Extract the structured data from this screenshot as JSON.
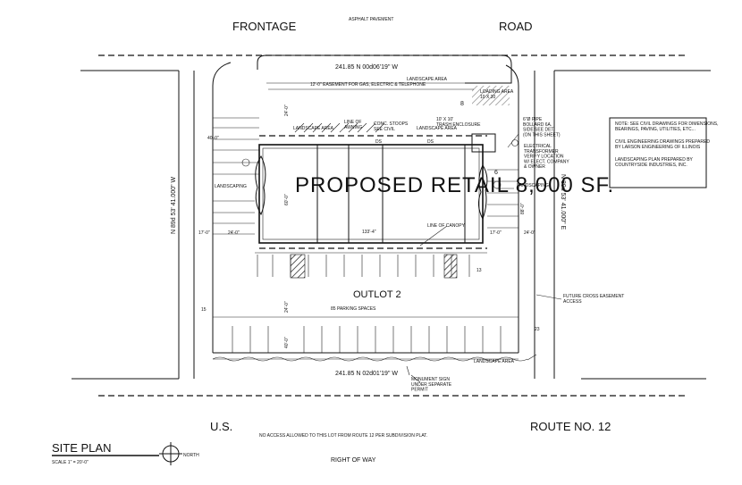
{
  "streets": {
    "top_left": "FRONTAGE",
    "top_right": "ROAD",
    "top_pavement": "ASPHALT PAVEMENT",
    "bottom_left": "U.S.",
    "bottom_right": "ROUTE NO. 12",
    "right_of_way": "RIGHT OF WAY",
    "no_access_note": "NO ACCESS ALLOWED TO THIS LOT FROM ROUTE 12 PER SUBDIVISION PLAT."
  },
  "boundary": {
    "top_dim": "241.85  N 00d06'19\" W",
    "bottom_dim": "241.85  N 02d01'19\" W",
    "left_dim": "N 89d 53' 41.000\" W",
    "right_dim": "N 89d 53' 41.000\" E"
  },
  "plan": {
    "building_label": "PROPOSED RETAIL 8,000 SF.",
    "outlot": "OUTLOT 2",
    "parking_spaces": "85 PARKING SPACES",
    "landscape_area_top": "LANDSCAPE AREA",
    "easement": "12'-0\" EASEMENT FOR GAS, ELECTRIC & TELEPHONE",
    "loading_area": "LOADING AREA\n10 X 30",
    "landscape_area_inner": "LANDSCAPE AREA",
    "line_of_awning": "LINE OF\nAWNING",
    "conc_stoops": "CONC. STOOPS\nSEE CIVIL",
    "trash_enclosure": "10' X 10'\nTRASH ENCLOSURE",
    "landscape_area_right": "LANDSCAPE AREA",
    "bollard_note": "6\"Ø PIPE\nBOLLARD 6A.\nSIDE SEE DET.\n(ON THIS SHEET)",
    "transformer_note": "ELECTRICAL\nTRANSFORMER\nVERIFY LOCATION\nW/ ELECT. COMPANY\n& OWNER",
    "landscaping_left": "LANDSCAPING",
    "landscaping_right": "LANDSCAPING",
    "line_of_canopy": "LINE OF CANOPY",
    "future_cross_easement": "FUTURE CROSS EASEMENT\nACCESS",
    "landscape_area_bottom": "LANDSCAPE AREA",
    "monument_sign": "MONUMENT SIGN\nUNDER SEPARATE\nPERMIT",
    "dim_40": "40'-0\"",
    "dim_24_left": "24'-0\"",
    "dim_24_right": "24'-0\"",
    "dim_17_left": "17'-0\"",
    "dim_17_right": "17'-0\"",
    "dim_133": "133'-4\"",
    "dim_60": "60'-0\"",
    "dim_24_vert": "24'-0\"",
    "dim_24_vert_b": "24'-0\"",
    "dim_40_vert": "40'-0\"",
    "dim_88": "88'-0\"",
    "count_8": "8",
    "count_6": "6",
    "count_13": "13",
    "count_15": "15",
    "count_23": "23",
    "ds1": "DS",
    "ds2": "DS"
  },
  "notes": {
    "note1": "NOTE: SEE CIVIL DRAWINGS FOR DIMENSIONS,\nBEARINGS, PAVING, UTILITIES, ETC...",
    "note2": "CIVIL ENGINEERING DRAWINGS PREPARED\nBY LARSON ENGINEERING OF ILLINOIS",
    "note3": "LANDSCAPING PLAN PREPARED BY\nCOUNTRYSIDE INDUSTRIES, INC."
  },
  "title_block": {
    "title": "SITE PLAN",
    "scale": "SCALE 1\" = 20'-0\"",
    "north": "NORTH"
  }
}
